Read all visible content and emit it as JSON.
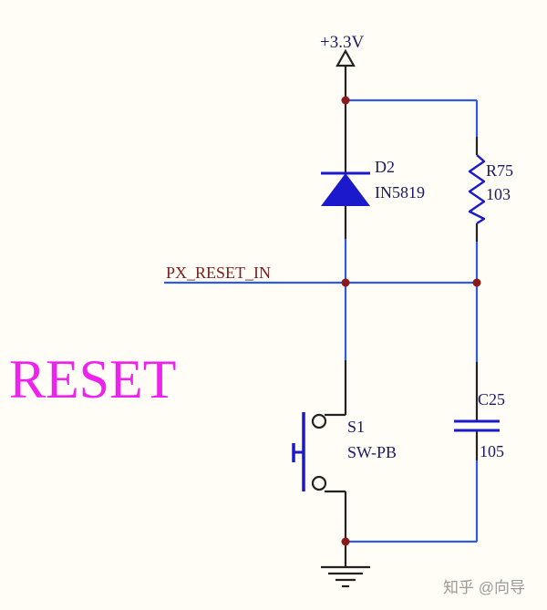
{
  "title": "RESET",
  "power_rail": {
    "label": "+3.3V"
  },
  "diode": {
    "ref": "D2",
    "part": "IN5819"
  },
  "resistor": {
    "ref": "R75",
    "value": "103"
  },
  "net": {
    "label": "PX_RESET_IN"
  },
  "switch": {
    "ref": "S1",
    "part": "SW-PB"
  },
  "capacitor": {
    "ref": "C25",
    "value": "105"
  },
  "watermark": "知乎 @向导",
  "colors": {
    "wire": "#2d5ce0",
    "pin": "#222222",
    "component": "#1a1acc",
    "label_text": "#1a1a66",
    "net_label": "#7a1f1f",
    "title_text": "#ee22ee",
    "junction": "#8a1a1a",
    "background": "#fffdf5"
  }
}
